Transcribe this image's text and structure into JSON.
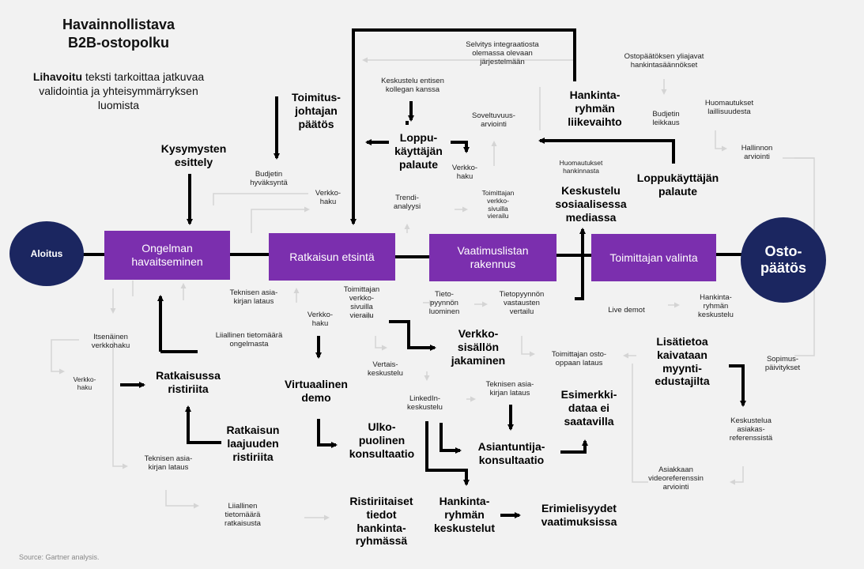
{
  "title": [
    "Havainnollistava",
    "B2B-ostopolku"
  ],
  "legend": {
    "bold": "Lihavoitu",
    "text": " teksti tarkoittaa jatkuvaa validointia ja yhteisymmärryksen luomista"
  },
  "source": "Source: Gartner analysis.",
  "start": "Aloitus",
  "end": [
    "Osto-",
    "päätös"
  ],
  "stages": [
    [
      "Ongelman",
      "havaitseminen"
    ],
    [
      "Ratkaisun etsintä"
    ],
    [
      "Vaatimuslistan",
      "rakennus"
    ],
    [
      "Toimittajan valinta"
    ]
  ],
  "bold_labels": {
    "kysymysten": [
      "Kysymysten",
      "esittely"
    ],
    "toimitusjohtajan": [
      "Toimitus-",
      "johtajan",
      "päätös"
    ],
    "ratkaisussa": [
      "Ratkaisussa",
      "ristiriita"
    ],
    "laajuuden": [
      "Ratkaisun",
      "laajuuden",
      "ristiriita"
    ],
    "virtuaalinen": [
      "Virtuaalinen",
      "demo"
    ],
    "ulkopuolinen": [
      "Ulko-",
      "puolinen",
      "konsultaatio"
    ],
    "ristiriitaiset": [
      "Ristiriitaiset",
      "tiedot",
      "hankinta-",
      "ryhmässä"
    ],
    "loppukayttajan1": [
      "Loppu-",
      "käyttäjän",
      "palaute"
    ],
    "verkkosisallon": [
      "Verkko-",
      "sisällön",
      "jakaminen"
    ],
    "hankintaryhman_kesk": [
      "Hankinta-",
      "ryhmän",
      "keskustelut"
    ],
    "asiantuntija": [
      "Asiantuntija-",
      "konsultaatio"
    ],
    "esimerkkidataa": [
      "Esimerkki-",
      "dataa ei",
      "saatavilla"
    ],
    "erimielisyydet": [
      "Erimielisyydet",
      "vaatimuksissa"
    ],
    "liikevaihto": [
      "Hankinta-",
      "ryhmän",
      "liikevaihto"
    ],
    "loppukayttajan2": [
      "Loppukäyttäjän",
      "palaute"
    ],
    "sosiaalinen": [
      "Keskustelu",
      "sosiaalisessa",
      "mediassa"
    ],
    "lisatietoa": [
      "Lisätietoa",
      "kaivataan",
      "myynti-",
      "edustajilta"
    ]
  },
  "small_labels": {
    "budjetin_hyv": [
      "Budjetin",
      "hyväksyntä"
    ],
    "verkkohaku1": [
      "Verkko-",
      "haku"
    ],
    "teknisen1": [
      "Teknisen asia-",
      "kirjan lataus"
    ],
    "liiallinen1": [
      "Liiallinen tietomäärä",
      "ongelmasta"
    ],
    "itsenainen": [
      "Itsenäinen",
      "verkkohaku"
    ],
    "verkkohaku2": [
      "Verkko-",
      "haku"
    ],
    "teknisen2": [
      "Teknisen asia-",
      "kirjan lataus"
    ],
    "liiallinen2": [
      "Liiallinen",
      "tietomäärä",
      "ratkaisusta"
    ],
    "verkkohaku3": [
      "Verkko-",
      "haku"
    ],
    "toim_verkko1": [
      "Toimittajan",
      "verkko-",
      "sivuilla",
      "vierailu"
    ],
    "vertais": [
      "Vertais-",
      "keskustelu"
    ],
    "linkedin": [
      "LinkedIn-",
      "keskustelu"
    ],
    "selvitys": [
      "Selvitys integraatiosta",
      "olemassa olevaan",
      "järjestelmään"
    ],
    "keskustelu_entisen": [
      "Keskustelu entisen",
      "kollegan kanssa"
    ],
    "soveltuvuus": [
      "Soveltuvuus-",
      "arviointi"
    ],
    "verkkohaku4": [
      "Verkko-",
      "haku"
    ],
    "trendi": [
      "Trendi-",
      "analyysi"
    ],
    "toim_verkko2": [
      "Toimittajan",
      "verkko-",
      "sivuilla",
      "vierailu"
    ],
    "tietopyynnon": [
      "Tieto-",
      "pyynnön",
      "luominen"
    ],
    "tietopyynnon_vast": [
      "Tietopyynnön",
      "vastausten",
      "vertailu"
    ],
    "teknisen3": [
      "Teknisen asia-",
      "kirjan lataus"
    ],
    "toim_osto": [
      "Toimittajan osto-",
      "oppaan lataus"
    ],
    "ostopaatoksen": [
      "Ostopäätöksen yliajavat",
      "hankintasäännökset"
    ],
    "budjetin_leikkaus": [
      "Budjetin",
      "leikkaus"
    ],
    "huom_laillisuus": [
      "Huomautukset",
      "laillisuudesta"
    ],
    "hallinnon": [
      "Hallinnon",
      "arviointi"
    ],
    "huom_hankinnasta": [
      "Huomautukset",
      "hankinnasta"
    ],
    "live_demot": [
      "Live demot"
    ],
    "hankintaryhman_kesk_sm": [
      "Hankinta-",
      "ryhmän",
      "keskustelu"
    ],
    "sopimus": [
      "Sopimus-",
      "päivitykset"
    ],
    "referenssi": [
      "Keskustelua",
      "asiakas-",
      "referenssistä"
    ],
    "videoreferenssi": [
      "Asiakkaan",
      "videoreferenssin",
      "arviointi"
    ]
  }
}
